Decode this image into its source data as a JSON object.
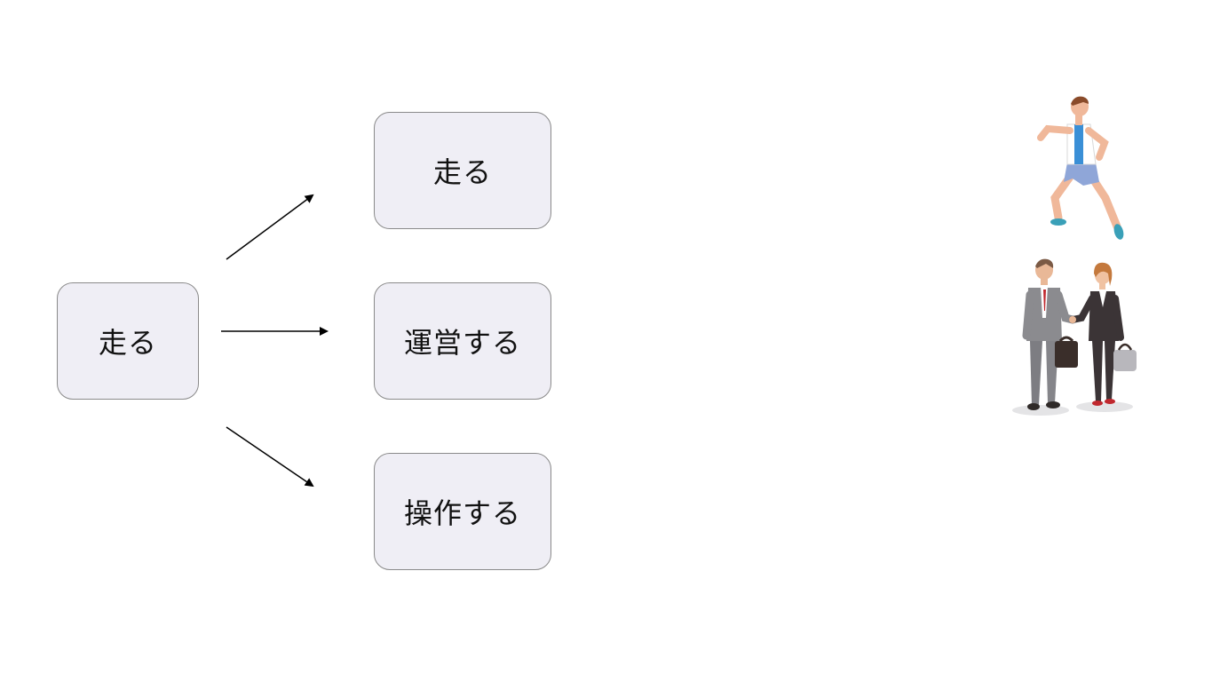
{
  "diagram": {
    "source_word": "走る",
    "meanings": [
      {
        "label": "走る"
      },
      {
        "label": "運営する"
      },
      {
        "label": "操作する"
      }
    ]
  },
  "colors": {
    "box_fill": "#efeef5",
    "box_border": "#8a8a8a",
    "arrow": "#000000",
    "runner_shirt": "#3a8fd6",
    "runner_shorts": "#8fa6d8",
    "suit_man": "#8b8b8f",
    "suit_woman": "#3b3436"
  },
  "icons": {
    "runner": "runner-illustration",
    "business": "business-people-illustration"
  }
}
